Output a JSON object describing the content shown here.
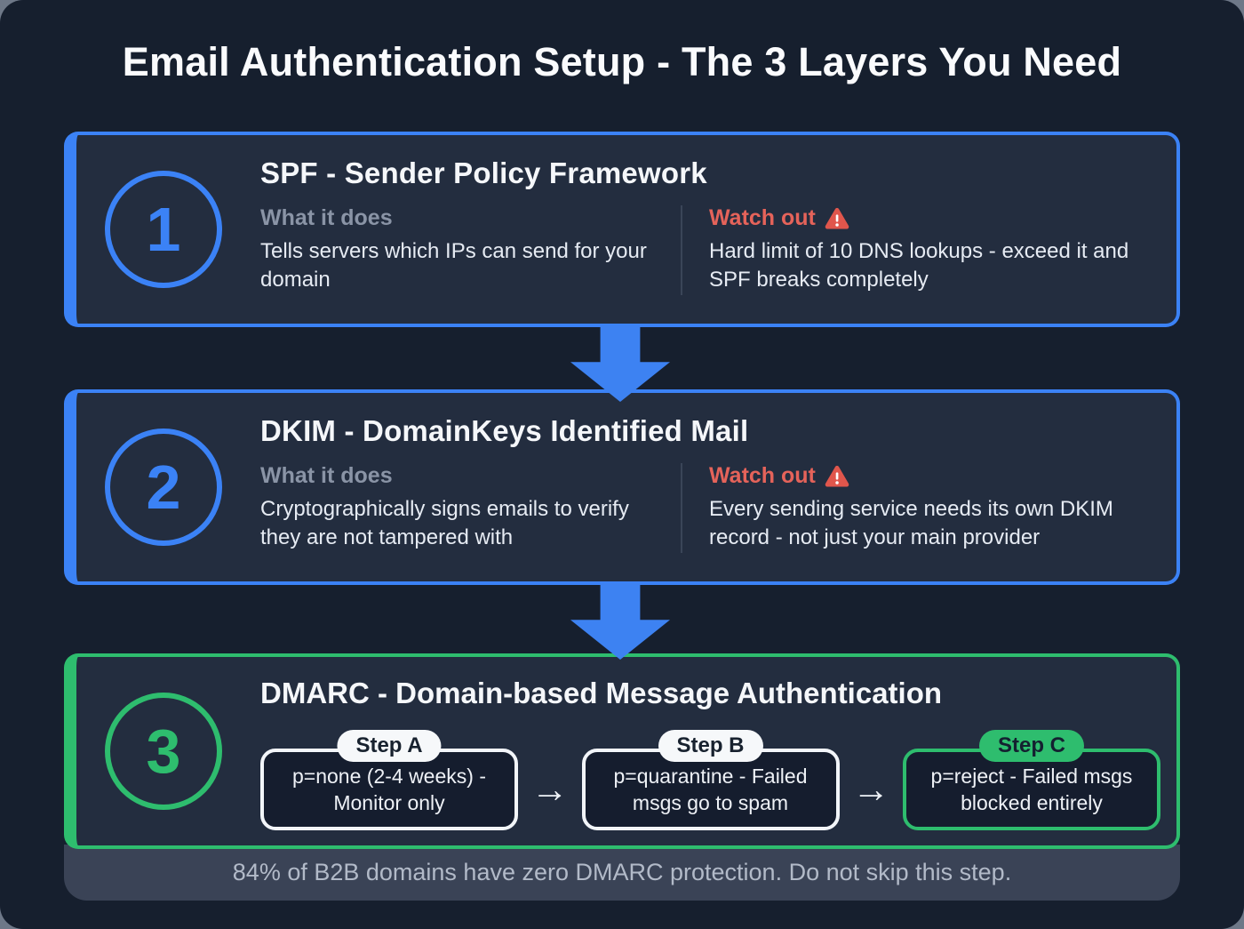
{
  "title": "Email Authentication Setup - The 3 Layers You Need",
  "colors": {
    "page_bg": "#161f2e",
    "card_bg": "#232d3f",
    "accent_blue": "#3b82f6",
    "accent_green": "#2ebd6e",
    "warning_red": "#e5635a",
    "footer_bg": "#3a4356"
  },
  "icons": {
    "right_arrow": "→"
  },
  "layers": [
    {
      "number": "1",
      "title": "SPF - Sender Policy Framework",
      "what_label": "What it does",
      "what_text": "Tells servers which IPs can send for your domain",
      "watch_label": "Watch out",
      "watch_text": "Hard limit of 10 DNS lookups - exceed it and SPF breaks completely"
    },
    {
      "number": "2",
      "title": "DKIM - DomainKeys Identified Mail",
      "what_label": "What it does",
      "what_text": "Cryptographically signs emails to verify they are not tampered with",
      "watch_label": "Watch out",
      "watch_text": "Every sending service needs its own DKIM record - not just your main provider"
    },
    {
      "number": "3",
      "title": "DMARC - Domain-based Message Authentication",
      "steps": [
        {
          "label": "Step A",
          "text": "p=none (2-4 weeks) - Monitor only"
        },
        {
          "label": "Step B",
          "text": "p=quarantine - Failed msgs go to spam"
        },
        {
          "label": "Step C",
          "text": "p=reject - Failed msgs blocked entirely"
        }
      ]
    }
  ],
  "footer": "84% of B2B domains have zero DMARC protection. Do not skip this step."
}
